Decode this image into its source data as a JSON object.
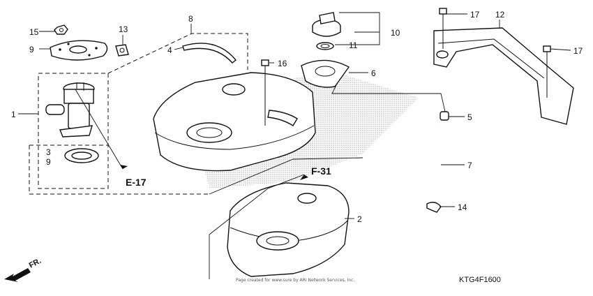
{
  "callouts": {
    "c1": "1",
    "c2": "2",
    "c3": "3",
    "c4": "4",
    "c5": "5",
    "c6": "6",
    "c7": "7",
    "c8": "8",
    "c9a": "9",
    "c9b": "9",
    "c10": "10",
    "c11": "11",
    "c12": "12",
    "c13": "13",
    "c14": "14",
    "c15": "15",
    "c16": "16",
    "c17a": "17",
    "c17b": "17"
  },
  "references": {
    "e17": "E-17",
    "f31": "F-31"
  },
  "direction_label": "FR.",
  "diagram_code": "KTG4F1600",
  "footer_text": "Page created for www.sure by ARI Network Services, Inc."
}
